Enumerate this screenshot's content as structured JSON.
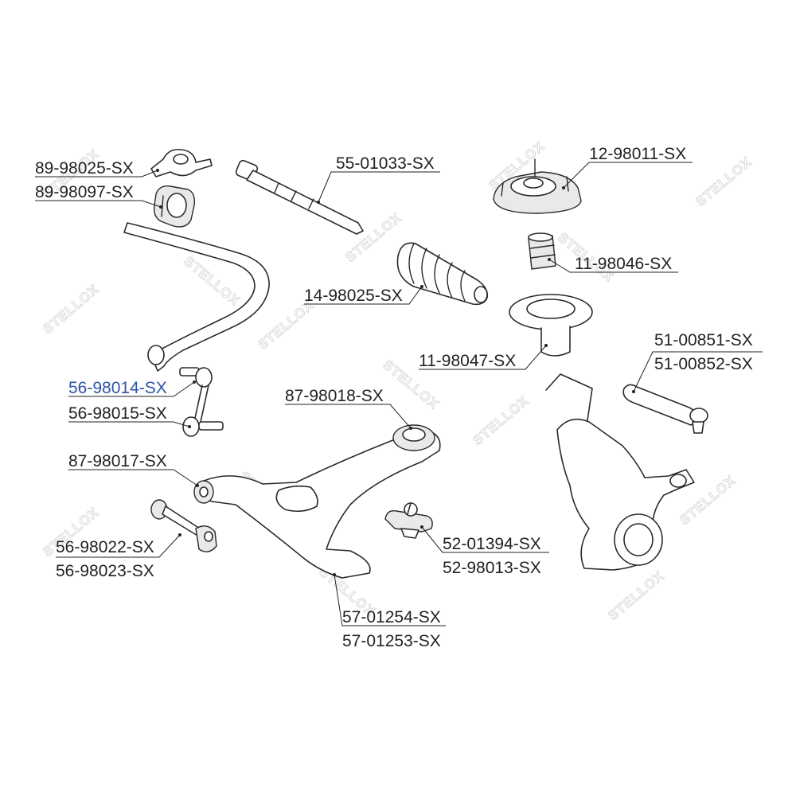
{
  "brand_watermark": "STELLOX",
  "colors": {
    "label": "#222222",
    "highlight": "#2f55a3",
    "watermark": "#d9d9d9"
  },
  "parts": {
    "p89_98025": "89-98025-SX",
    "p89_98097": "89-98097-SX",
    "p55_01033": "55-01033-SX",
    "p12_98011": "12-98011-SX",
    "p11_98046": "11-98046-SX",
    "p14_98025": "14-98025-SX",
    "p11_98047": "11-98047-SX",
    "p51_00851": "51-00851-SX",
    "p51_00852": "51-00852-SX",
    "p56_98014": "56-98014-SX",
    "p56_98015": "56-98015-SX",
    "p87_98018": "87-98018-SX",
    "p87_98017": "87-98017-SX",
    "p56_98022": "56-98022-SX",
    "p56_98023": "56-98023-SX",
    "p52_01394": "52-01394-SX",
    "p52_98013": "52-98013-SX",
    "p57_01254": "57-01254-SX",
    "p57_01253": "57-01253-SX"
  }
}
